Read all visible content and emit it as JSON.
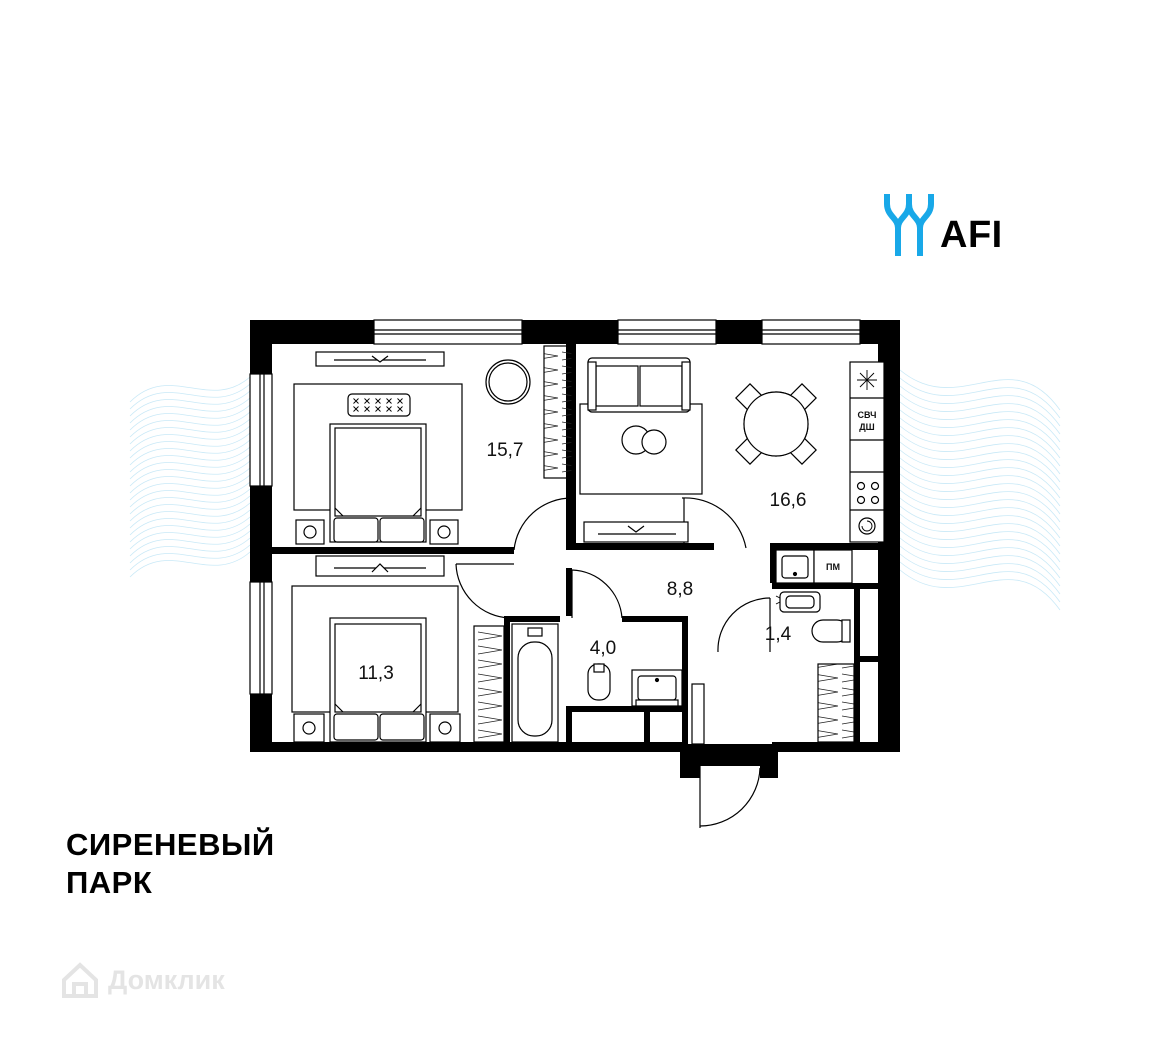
{
  "brand": {
    "name": "AFI",
    "accent_color": "#18a8e8"
  },
  "project": {
    "title_line1": "СИРЕНЕВЫЙ",
    "title_line2": "ПАРК"
  },
  "rooms": [
    {
      "id": "bedroom-1",
      "area": "15,7"
    },
    {
      "id": "living-kitchen",
      "area": "16,6"
    },
    {
      "id": "bedroom-2",
      "area": "11,3"
    },
    {
      "id": "hallway",
      "area": "8,8"
    },
    {
      "id": "bathroom",
      "area": "4,0"
    },
    {
      "id": "wc",
      "area": "1,4"
    }
  ],
  "kitchen_labels": {
    "microwave": "СВЧ",
    "dishwasher": "ДШ",
    "washer": "ПМ"
  },
  "watermark": {
    "text": "Домклик"
  },
  "colors": {
    "wall": "#000000",
    "line": "#111111",
    "waves": "#c9e9f7"
  }
}
